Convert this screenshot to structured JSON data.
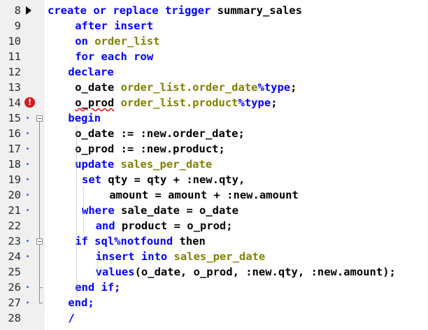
{
  "editor": {
    "lines": [
      {
        "num": "8",
        "marker": "arrow",
        "indent": 0,
        "tokens": [
          {
            "t": "create or replace trigger",
            "c": "kw"
          },
          {
            "t": " summary_sales",
            "c": "p"
          }
        ]
      },
      {
        "num": "9",
        "marker": "",
        "indent": 4,
        "tokens": [
          {
            "t": "after insert",
            "c": "kw"
          }
        ]
      },
      {
        "num": "10",
        "marker": "",
        "indent": 4,
        "tokens": [
          {
            "t": "on",
            "c": "kw"
          },
          {
            "t": " order_list",
            "c": "id"
          }
        ]
      },
      {
        "num": "11",
        "marker": "",
        "indent": 4,
        "tokens": [
          {
            "t": "for each row",
            "c": "kw"
          }
        ]
      },
      {
        "num": "12",
        "marker": "",
        "indent": 3,
        "tokens": [
          {
            "t": "declare",
            "c": "kw"
          }
        ]
      },
      {
        "num": "13",
        "marker": "",
        "indent": 4,
        "tokens": [
          {
            "t": "o_date ",
            "c": "p"
          },
          {
            "t": "order_list.order_date",
            "c": "id"
          },
          {
            "t": "%type",
            "c": "kw"
          },
          {
            "t": ";",
            "c": "p"
          }
        ]
      },
      {
        "num": "14",
        "marker": "error",
        "indent": 4,
        "tokens": [
          {
            "t": "o_prod",
            "c": "p err"
          },
          {
            "t": " ",
            "c": "p"
          },
          {
            "t": "order_list.product",
            "c": "id"
          },
          {
            "t": "%type",
            "c": "kw"
          },
          {
            "t": ";",
            "c": "p"
          }
        ]
      },
      {
        "num": "15",
        "marker": "dot",
        "indent": 3,
        "tokens": [
          {
            "t": "begin",
            "c": "kw"
          }
        ]
      },
      {
        "num": "16",
        "marker": "dot",
        "indent": 4,
        "tokens": [
          {
            "t": "o_date := :new.order_date;",
            "c": "p"
          }
        ]
      },
      {
        "num": "17",
        "marker": "dot",
        "indent": 4,
        "tokens": [
          {
            "t": "o_prod := :new.product;",
            "c": "p"
          }
        ]
      },
      {
        "num": "18",
        "marker": "dot",
        "indent": 4,
        "tokens": [
          {
            "t": "update",
            "c": "kw"
          },
          {
            "t": " sales_per_date",
            "c": "id"
          }
        ]
      },
      {
        "num": "19",
        "marker": "dot",
        "indent": 5,
        "tokens": [
          {
            "t": "set",
            "c": "kw"
          },
          {
            "t": " qty = qty + :new.qty,",
            "c": "p"
          }
        ]
      },
      {
        "num": "20",
        "marker": "dot",
        "indent": 9,
        "tokens": [
          {
            "t": "amount = amount + :new.amount",
            "c": "p"
          }
        ]
      },
      {
        "num": "21",
        "marker": "dot",
        "indent": 5,
        "tokens": [
          {
            "t": "where",
            "c": "kw"
          },
          {
            "t": " sale_date = o_date",
            "c": "p"
          }
        ]
      },
      {
        "num": "22",
        "marker": "",
        "indent": 7,
        "tokens": [
          {
            "t": "and",
            "c": "kw"
          },
          {
            "t": " product = o_prod;",
            "c": "p"
          }
        ]
      },
      {
        "num": "23",
        "marker": "dot",
        "indent": 4,
        "tokens": [
          {
            "t": "if sql%notfound",
            "c": "kw"
          },
          {
            "t": " then",
            "c": "p"
          }
        ]
      },
      {
        "num": "24",
        "marker": "dot",
        "indent": 7,
        "tokens": [
          {
            "t": "insert into",
            "c": "kw"
          },
          {
            "t": " sales_per_date",
            "c": "id"
          }
        ]
      },
      {
        "num": "25",
        "marker": "",
        "indent": 7,
        "tokens": [
          {
            "t": "values",
            "c": "kw"
          },
          {
            "t": "(o_date, o_prod, :new.qty, :new.amount);",
            "c": "p"
          }
        ]
      },
      {
        "num": "26",
        "marker": "dot",
        "indent": 4,
        "tokens": [
          {
            "t": "end if;",
            "c": "kw"
          }
        ]
      },
      {
        "num": "27",
        "marker": "dot",
        "indent": 3,
        "tokens": [
          {
            "t": "end;",
            "c": "kw"
          }
        ]
      },
      {
        "num": "28",
        "marker": "",
        "indent": 3,
        "tokens": [
          {
            "t": "/",
            "c": "kw"
          }
        ]
      }
    ]
  },
  "colors": {
    "keyword": "#0000ff",
    "identifier": "#808000",
    "plain": "#000000",
    "gutter_bg": "#f0f0f0",
    "error": "#d9161b"
  }
}
